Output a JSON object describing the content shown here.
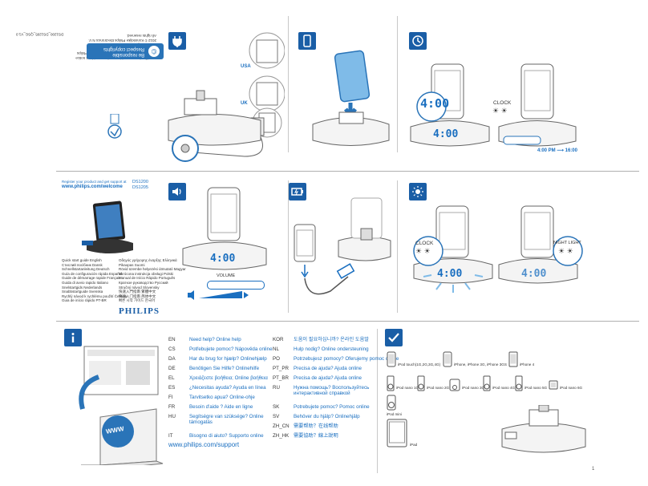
{
  "top_left": {
    "copyright_banner": {
      "line1": "Be responsible",
      "line2": "Respect copyrights"
    },
    "regulatory_text": [
      "Specifications are subject to change without notice",
      "Trademarks are the property of Koninklijke Philips Electronics N.V.",
      "or their respective owners",
      "2012 © Koninklijke Philips Electronics N.V.",
      "All rights reserved."
    ],
    "doc_code": "DS1200_DS1205_QSG_V1.0"
  },
  "sections": {
    "power": {
      "usa_label": "USA",
      "uk_label": "UK"
    },
    "clock": {
      "clock_label": "CLOCK",
      "time_conversion": "4:00 PM ⟶ 16:00",
      "lcd_time": "4:00",
      "phone_time": "4:00"
    },
    "volume": {
      "volume_label": "VOLUME",
      "lcd_time": "4:00"
    },
    "brightness": {
      "clock_label": "CLOCK",
      "night_light_label": "NIGHT LIGHT",
      "lcd_time": "4:00"
    }
  },
  "product": {
    "register_line1": "Register your product and get support at",
    "register_url": "www.philips.com/welcome",
    "models": [
      "DS1200",
      "DS1205"
    ],
    "quick_start_list_left": [
      "Quick start guide English",
      "Стислий посібник Dansk",
      "Schnellstartanleitung Deutsch",
      "Guía de configuración rápida Español",
      "Guide de démarrage rapide Français",
      "Guida di avvio rapido Italiano",
      "Snelstartgids Nederlands",
      "Snabbstartguide Svenska",
      "Rychlý návod k rychlému použití Čeština",
      "Guia de início rápido PT-BR"
    ],
    "quick_start_list_right": [
      "Οδηγός γρήγορης έναρξης Ελληνικά",
      "Pikaopas Suomi",
      "Rövid üzembe helyezési útmutató Magyar",
      "Skrócona instrukcja obsługi Polski",
      "Manual de Início Rápido Português",
      "Краткое руководство Русский",
      "Stručný návod Slovensky",
      "快速入門指南 繁體中文",
      "快速入门指南 简体中文",
      "빠른 시작 가이드 한국어"
    ],
    "brand": "PHILIPS"
  },
  "help": {
    "left": [
      {
        "code": "EN",
        "text": "Need help? Online help"
      },
      {
        "code": "CS",
        "text": "Potřebujete pomoc? Nápověda online"
      },
      {
        "code": "DA",
        "text": "Har du brug for hjælp? Onlinehjælp"
      },
      {
        "code": "DE",
        "text": "Benötigen Sie Hilfe? Onlinehilfe"
      },
      {
        "code": "EL",
        "text": "Χρειάζεστε βοήθεια; Online βοήθεια"
      },
      {
        "code": "ES",
        "text": "¿Necesitas ayuda? Ayuda en línea"
      },
      {
        "code": "FI",
        "text": "Tarvitsetko apua? Online-ohje"
      },
      {
        "code": "FR",
        "text": "Besoin d'aide ? Aide en ligne"
      },
      {
        "code": "HU",
        "text": "Segítségre van szüksége? Online támogatás"
      },
      {
        "code": "IT",
        "text": "Bisogno di aiuto? Supporto online"
      }
    ],
    "right": [
      {
        "code": "KOR",
        "text": "도움이 필요하십니까? 온라인 도움말"
      },
      {
        "code": "NL",
        "text": "Hulp nodig? Online ondersteuning"
      },
      {
        "code": "PO",
        "text": "Potrzebujesz pomocy? Oferujemy pomoc online"
      },
      {
        "code": "PT_PR",
        "text": "Precisa de ajuda? Ajuda online"
      },
      {
        "code": "PT_BR",
        "text": "Precisa de ajuda? Ajuda online"
      },
      {
        "code": "RU",
        "text": "Нужна помощь? Воспользуйтесь интерактивной справкой"
      },
      {
        "code": "SK",
        "text": "Potrebujete pomoc? Pomoc online"
      },
      {
        "code": "SV",
        "text": "Behöver du hjälp? Onlinehjälp"
      },
      {
        "code": "ZH_CN",
        "text": "需要帮助？在线帮助"
      },
      {
        "code": "ZH_HK",
        "text": "需要協助？線上說明"
      }
    ],
    "support_url": "www.philips.com/support",
    "www_badge": "WWW"
  },
  "compatibility": {
    "row1": [
      {
        "label": "iPod touch(1G,2G,3G,4G)"
      },
      {
        "label": "iPhone, iPhone 3G, iPhone 3GS"
      },
      {
        "label": "iPhone 4"
      }
    ],
    "row2": [
      {
        "label": "iPod nano 1G"
      },
      {
        "label": "iPod nano 2G"
      },
      {
        "label": "iPod nano 3G"
      },
      {
        "label": "iPod nano 4G"
      },
      {
        "label": "iPod nano 5G"
      },
      {
        "label": "iPod nano 6G"
      }
    ],
    "row3": [
      {
        "label": "iPod mini"
      }
    ],
    "row4": [
      {
        "label": "iPad"
      }
    ]
  },
  "page_number": "1",
  "colors": {
    "accent": "#1a5ea6",
    "lcd_blue": "#1a6fc0",
    "light_blue": "#7fbbe8"
  }
}
